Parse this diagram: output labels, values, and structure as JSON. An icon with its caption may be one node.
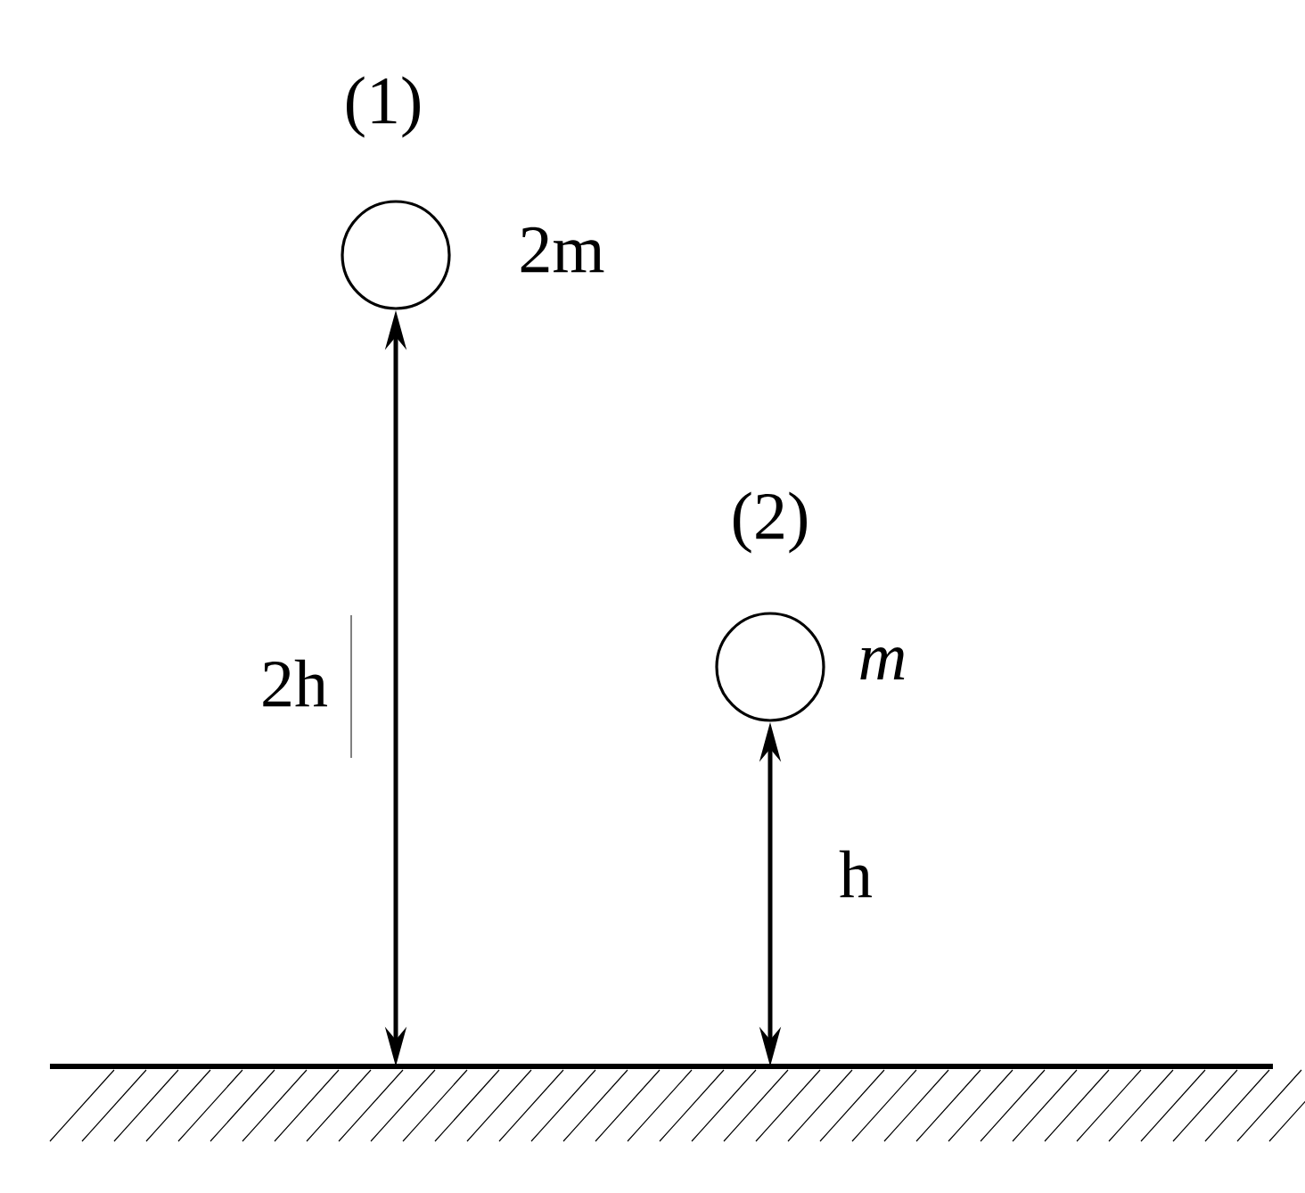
{
  "diagram": {
    "nodes": [
      {
        "text": [],
        "shape": "circle",
        "beside": [
          "(1)",
          "2m"
        ]
      },
      {
        "text": [],
        "shape": "circle",
        "beside": [
          "(2)",
          "*m*"
        ]
      }
    ],
    "labels": [
      "2h",
      "h"
    ]
  }
}
